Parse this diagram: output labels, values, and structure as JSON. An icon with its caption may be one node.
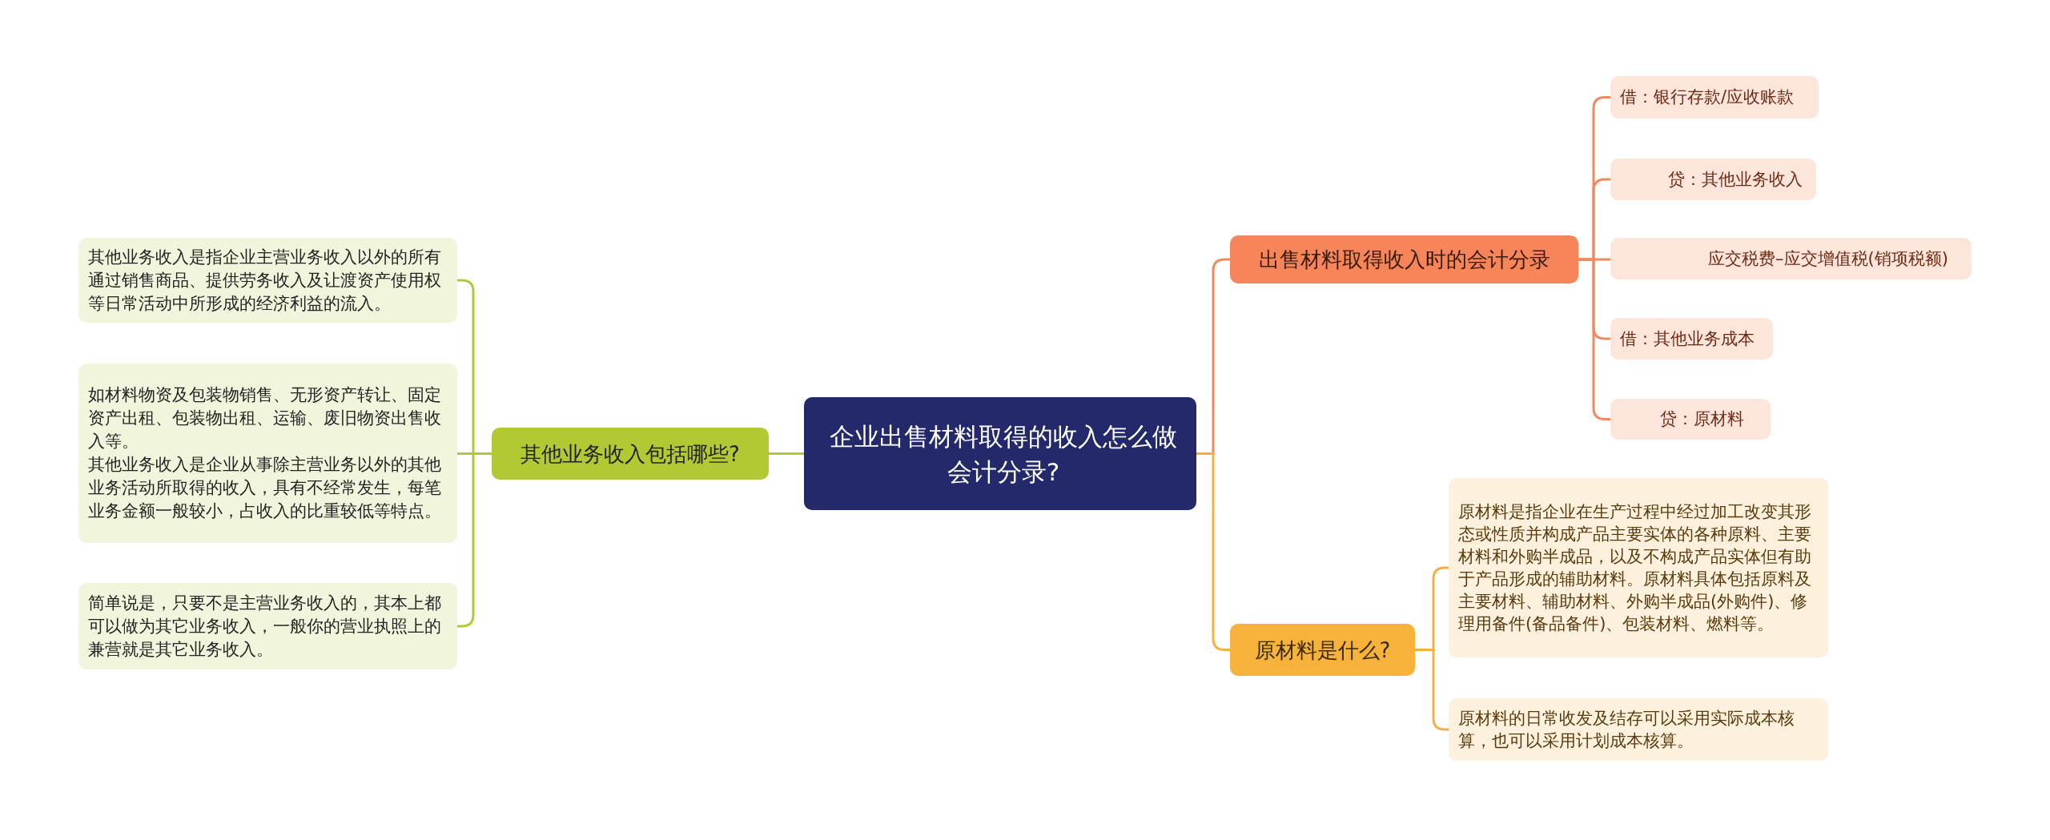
{
  "diagram": {
    "nodes": [
      {
        "text": [
          "企业出售材料取得的收入怎么做会计分录?"
        ]
      },
      {
        "text": [
          "其他业务收入包括哪些?"
        ]
      },
      {
        "text": [
          "其他业务收入是指企业主营业务收入以外的所有通过销售商品、提供劳务收入及让渡资产使用权等日常活动中所形成的经济利益的流入。"
        ]
      },
      {
        "text": [
          "如材料物资及包装物销售、无形资产转让、固定资产出租、包装物出租、运输、废旧物资出售收入等。",
          "其他业务收入是企业从事除主营业务以外的其他业务活动所取得的收入，具有不经常发生，每笔业务金额一般较小，占收入的比重较低等特点。"
        ]
      },
      {
        "text": [
          "简单说是，只要不是主营业务收入的，其本上都可以做为其它业务收入，一般你的营业执照上的兼营就是其它业务收入。"
        ]
      },
      {
        "text": [
          "出售材料取得收入时的会计分录"
        ]
      },
      {
        "text": [
          "借：银行存款/应收账款"
        ]
      },
      {
        "text": [
          "贷：其他业务收入"
        ]
      },
      {
        "text": [
          "应交税费–应交增值税(销项税额)"
        ]
      },
      {
        "text": [
          "借：其他业务成本"
        ]
      },
      {
        "text": [
          "贷：原材料"
        ]
      },
      {
        "text": [
          "原材料是什么?"
        ]
      },
      {
        "text": [
          "原材料是指企业在生产过程中经过加工改变其形态或性质并构成产品主要实体的各种原料、主要材料和外购半成品，以及不构成产品实体但有助于产品形成的辅助材料。原材料具体包括原料及主要材料、辅助材料、外购半成品(外购件)、修理用备件(备品备件)、包装材料、燃料等。"
        ]
      },
      {
        "text": [
          "原材料的日常收发及结存可以采用实际成本核算，也可以采用计划成本核算。"
        ]
      }
    ],
    "edges": [
      {
        "from": 0,
        "to": 1,
        "arrow": "none",
        "color": "#b3c832"
      },
      {
        "from": 1,
        "to": 2,
        "arrow": "none",
        "color": "#b3c832"
      },
      {
        "from": 1,
        "to": 3,
        "arrow": "none",
        "color": "#b3c832"
      },
      {
        "from": 1,
        "to": 4,
        "arrow": "none",
        "color": "#b3c832"
      },
      {
        "from": 0,
        "to": 5,
        "arrow": "none"
      },
      {
        "from": 5,
        "to": 6,
        "arrow": "none"
      },
      {
        "from": 5,
        "to": 7,
        "arrow": "none"
      },
      {
        "from": 5,
        "to": 8,
        "arrow": "none"
      },
      {
        "from": 5,
        "to": 9,
        "arrow": "none"
      },
      {
        "from": 5,
        "to": 10,
        "arrow": "none"
      },
      {
        "from": 0,
        "to": 11,
        "arrow": "none",
        "color": "#f5b043"
      },
      {
        "from": 11,
        "to": 12,
        "arrow": "none",
        "color": "#f5b043"
      },
      {
        "from": 11,
        "to": 13,
        "arrow": "none",
        "color": "#f5b043"
      }
    ]
  }
}
